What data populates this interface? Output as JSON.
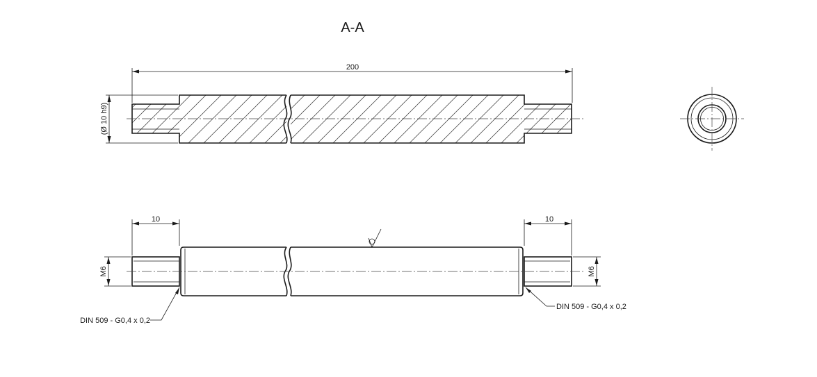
{
  "section_title": "A-A",
  "dimensions": {
    "overall_length": "200",
    "diameter": "(Ø 10 h9)",
    "thread_length_left": "10",
    "thread_length_right": "10",
    "thread_left": "M6",
    "thread_right": "M6"
  },
  "callouts": {
    "undercut_left": "DIN 509 - G0,4 x 0,2",
    "undercut_right": "DIN 509 - G0,4 x 0,2"
  }
}
